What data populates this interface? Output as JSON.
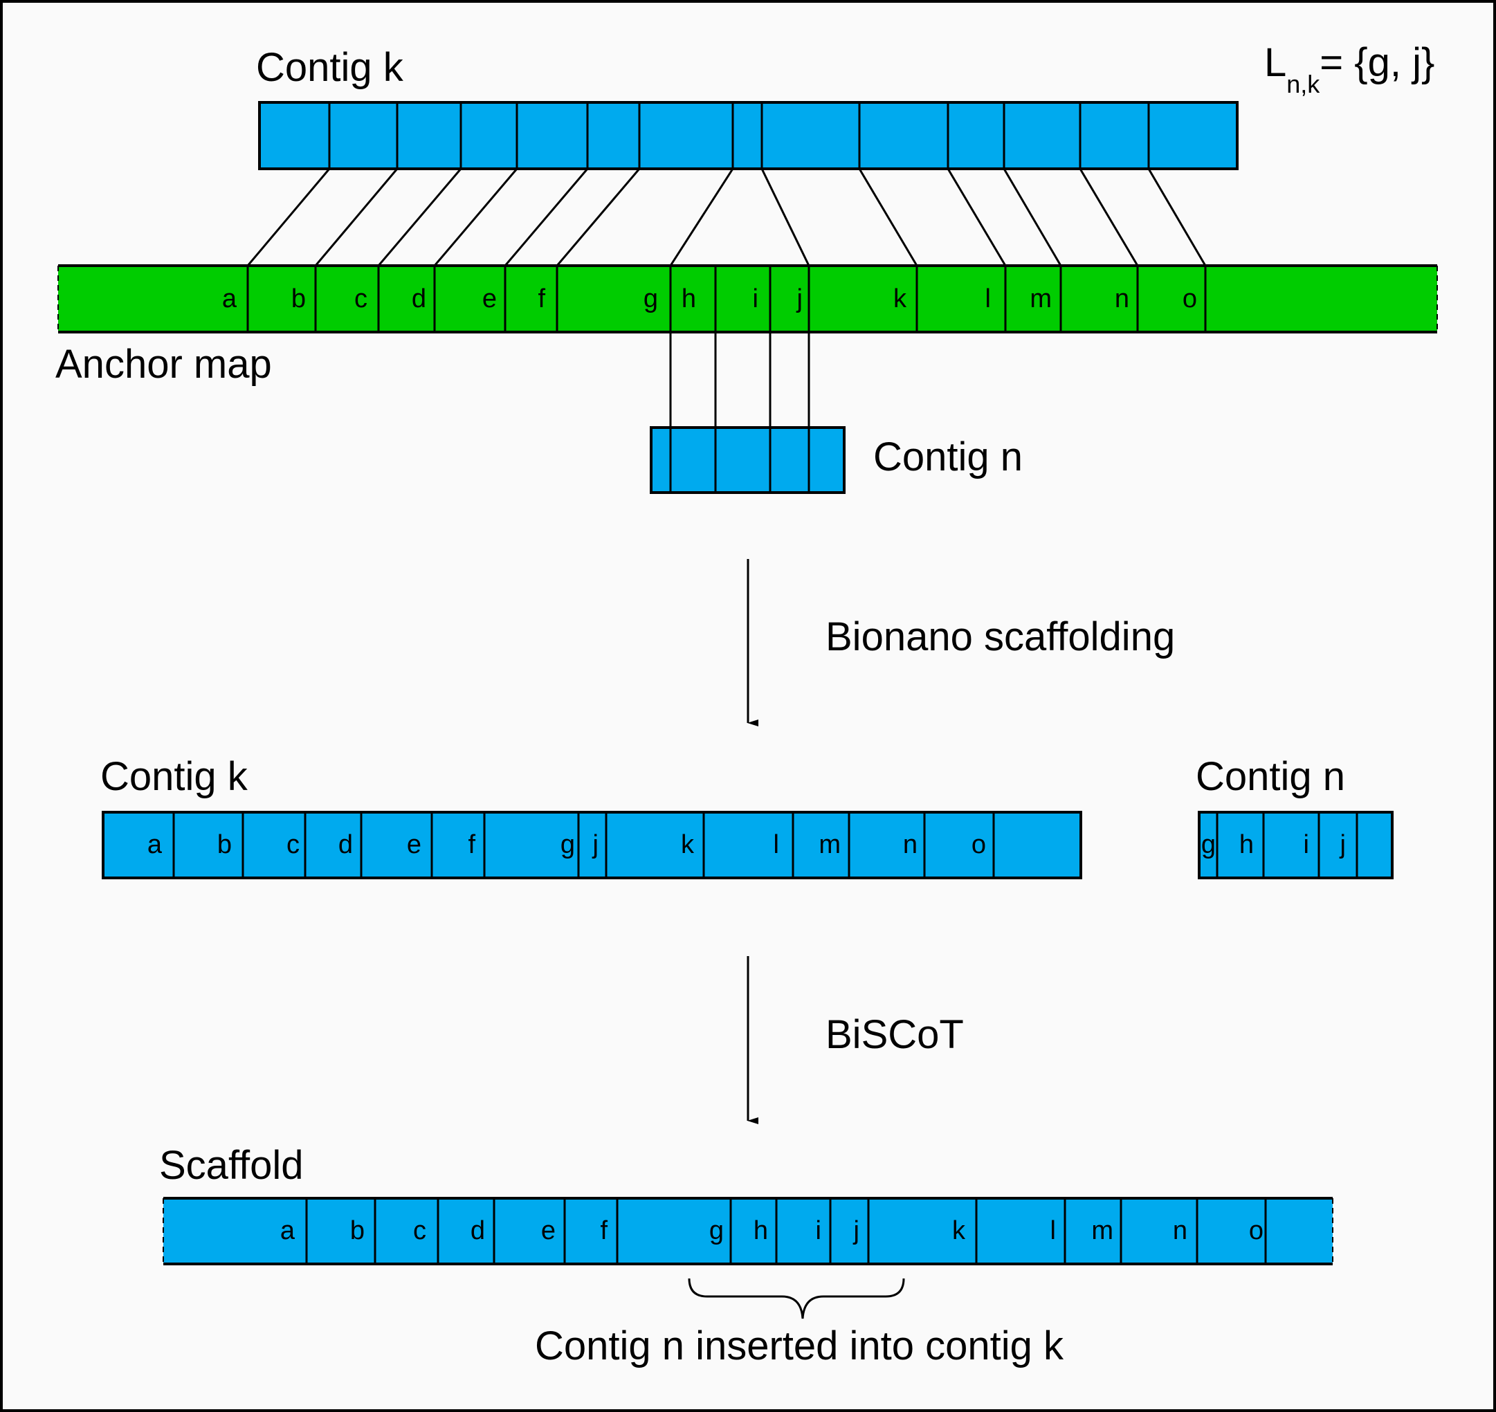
{
  "colors": {
    "contig": "#00aaee",
    "anchor": "#00cc00",
    "background": "#fafafa",
    "line": "#000000"
  },
  "labels": {
    "contig_k": "Contig k",
    "contig_n": "Contig n",
    "anchor_map": "Anchor map",
    "step1": "Bionano scaffolding",
    "step2": "BiSCoT",
    "contig_k_result": "Contig k",
    "contig_n_result": "Contig n",
    "scaffold": "Scaffold",
    "inserted": "Contig n inserted into contig k"
  },
  "formula": {
    "main": "L",
    "subscript": "n,k",
    "rest": "= {g, j}"
  },
  "anchor_labels": [
    "a",
    "b",
    "c",
    "d",
    "e",
    "f",
    "g",
    "h",
    "i",
    "j",
    "k",
    "l",
    "m",
    "n",
    "o"
  ],
  "contig_k_result_labels": [
    "a",
    "b",
    "c",
    "d",
    "e",
    "f",
    "g",
    "j",
    "k",
    "l",
    "m",
    "n",
    "o"
  ],
  "contig_n_result_labels": [
    "g",
    "h",
    "i",
    "j"
  ],
  "scaffold_labels": [
    "a",
    "b",
    "c",
    "d",
    "e",
    "f",
    "g",
    "h",
    "i",
    "j",
    "k",
    "l",
    "m",
    "n",
    "o"
  ]
}
